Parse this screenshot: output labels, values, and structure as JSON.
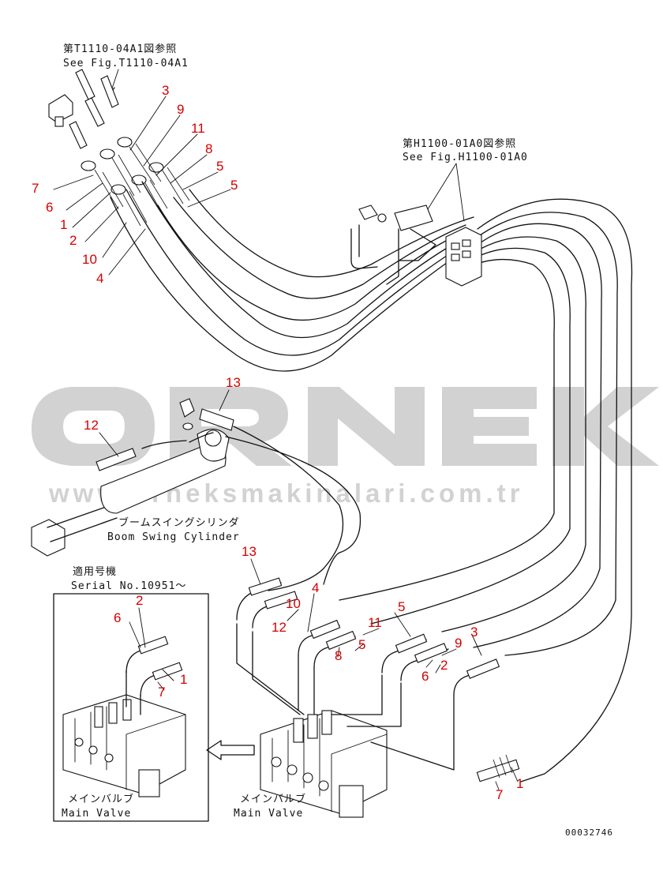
{
  "callouts_top": {
    "fig_t1110_jp": "第T1110-04A1図参照",
    "fig_t1110_en": "See Fig.T1110-04A1",
    "fig_h1100_jp": "第H1100-01A0図参照",
    "fig_h1100_en": "See Fig.H1100-01A0"
  },
  "cylinder": {
    "label_jp": "ブームスイングシリンダ",
    "label_en": "Boom Swing Cylinder"
  },
  "inset": {
    "applicability_jp": "適用号機",
    "serial": "Serial No.10951～",
    "valve_jp": "メインバルブ",
    "valve_en": "Main Valve"
  },
  "main_valve": {
    "label_jp": "メインバルブ",
    "label_en": "Main Valve"
  },
  "drawing_number": "00032746",
  "watermark": {
    "brand": "ÖRNEK",
    "url": "www.orneksmakinalari.com.tr"
  },
  "part_numbers": {
    "tl_3": "3",
    "tl_9": "9",
    "tl_11": "11",
    "tl_8": "8",
    "tl_5a": "5",
    "tl_5b": "5",
    "tl_7": "7",
    "tl_6": "6",
    "tl_1": "1",
    "tl_2": "2",
    "tl_10": "10",
    "tl_4": "4",
    "c_13a": "13",
    "c_12a": "12",
    "m_13": "13",
    "m_4": "4",
    "m_10": "10",
    "m_12": "12",
    "m_5a": "5",
    "m_11": "11",
    "m_8": "8",
    "m_5b": "5",
    "m_9": "9",
    "m_3": "3",
    "m_2": "2",
    "m_6": "6",
    "m_1": "1",
    "m_7": "7",
    "i_2": "2",
    "i_6": "6",
    "i_1": "1",
    "i_7": "7"
  },
  "colors": {
    "callout": "#d40000",
    "line": "#111111",
    "watermark": "#d2d2d2"
  }
}
